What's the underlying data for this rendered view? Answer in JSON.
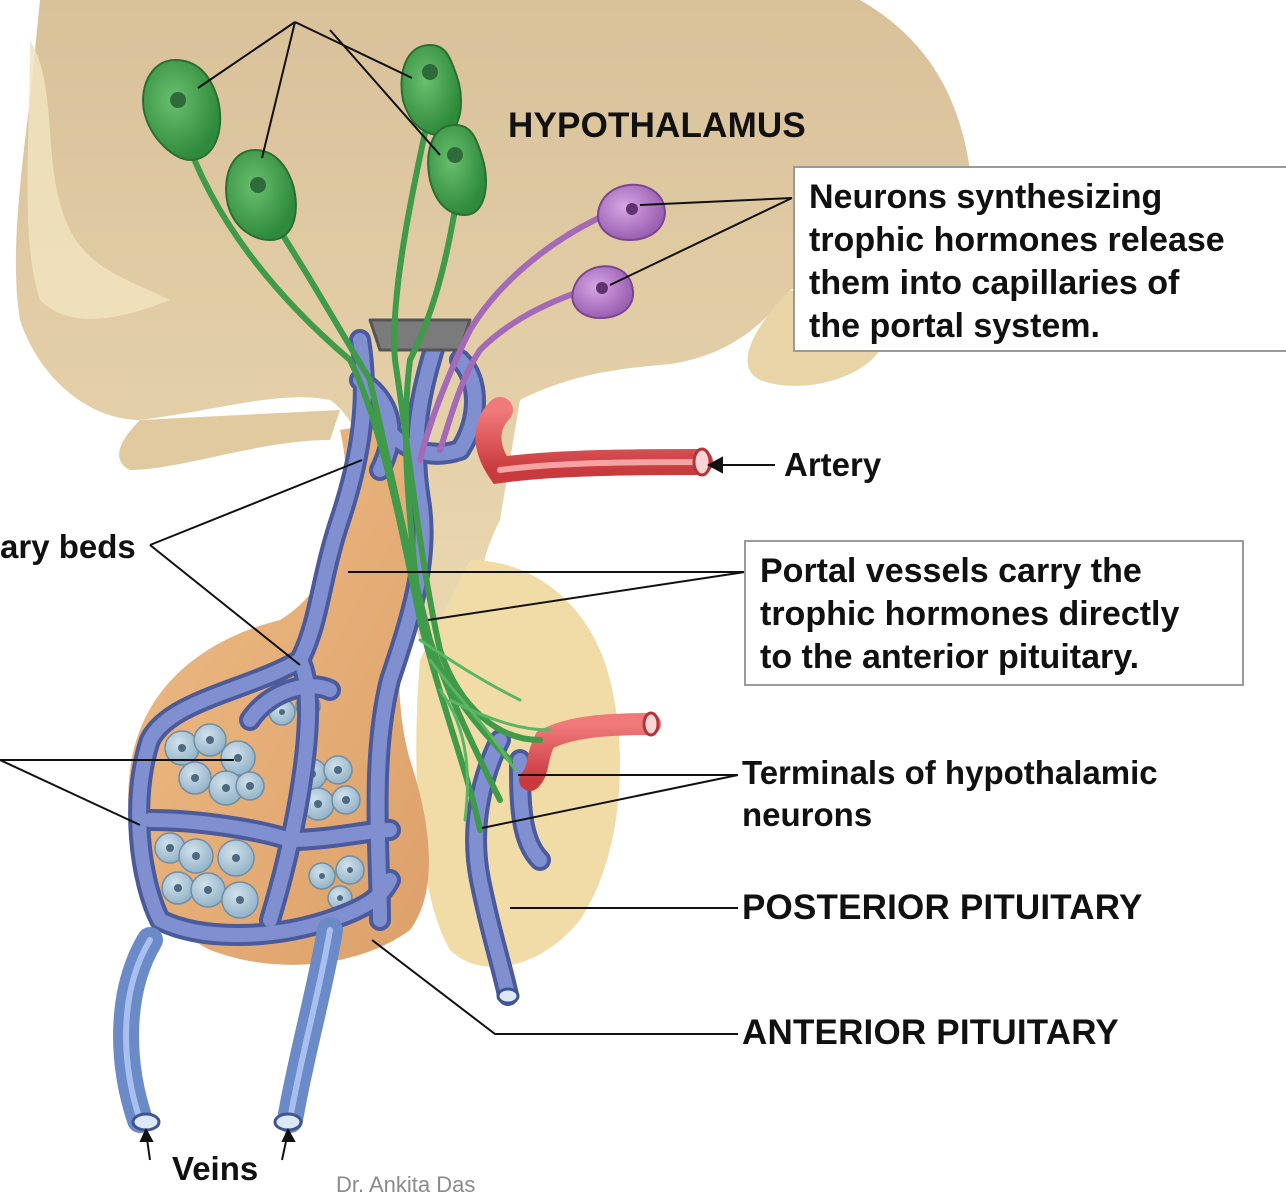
{
  "labels": {
    "hypothalamus": "HYPOTHALAMUS",
    "artery": "Artery",
    "capillary_beds_partial": "ary beds",
    "terminals_line1": "Terminals of hypothalamic",
    "terminals_line2": "neurons",
    "posterior_pituitary": "POSTERIOR PITUITARY",
    "anterior_pituitary": "ANTERIOR PITUITARY",
    "veins": "Veins"
  },
  "neurons_box": {
    "bold": "Neurons",
    "line1_rest": " synthesizing",
    "line2": "trophic hormones release",
    "line3": "them into capillaries of",
    "line4": "the portal system."
  },
  "portal_box": {
    "bold": "Portal vessels",
    "line1_rest": " carry the",
    "line2": "trophic hormones directly",
    "line3": "to the anterior pituitary."
  },
  "watermark": "Dr. Ankita Das",
  "colors": {
    "hypothalamus_tissue": "#e6d2a8",
    "anterior_pituitary": "#e9b27a",
    "posterior_pituitary": "#f1dca8",
    "portal_vessels": "#5e6fb0",
    "artery": "#e04a4a",
    "neuron_green": "#3f9a4a",
    "neuron_purple": "#a46ab8",
    "endocrine_cells": "#a9c3d6"
  }
}
